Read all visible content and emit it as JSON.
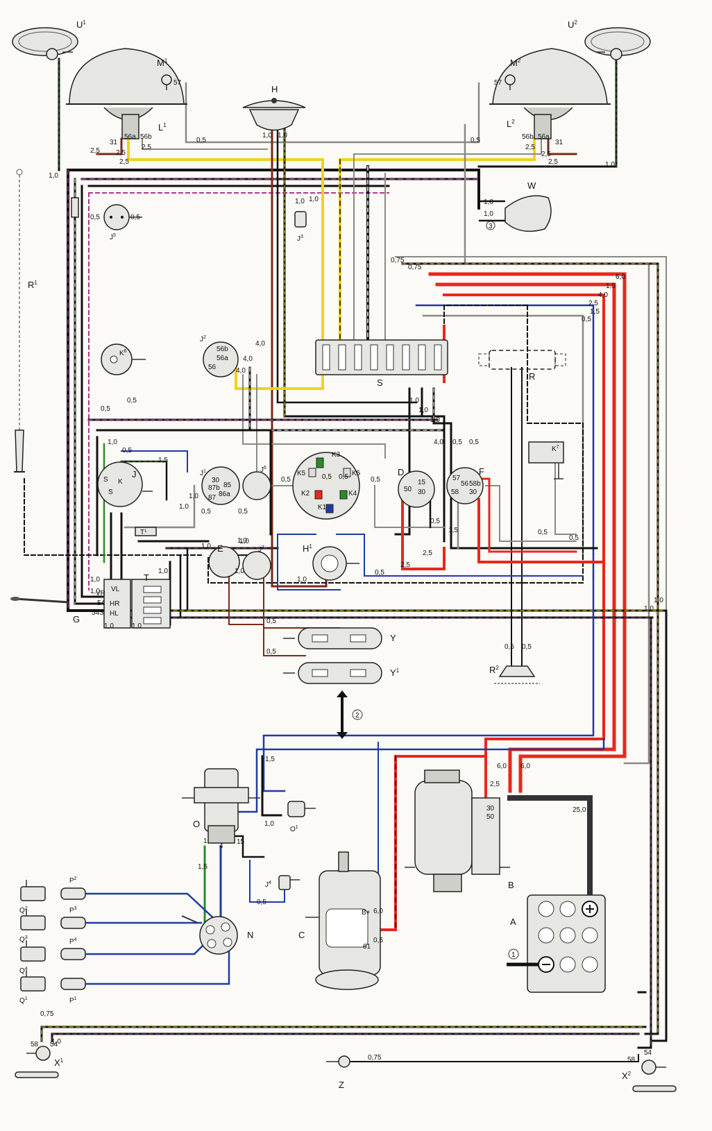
{
  "components": {
    "headlight_left": {
      "ref": "L",
      "sup": "1",
      "terminals": [
        "31",
        "56a",
        "56b"
      ],
      "bulb": "M",
      "bulb_sup": "1",
      "bulb_term": "57"
    },
    "headlight_right": {
      "ref": "L",
      "sup": "2",
      "terminals": [
        "56b",
        "56a",
        "31"
      ],
      "bulb": "M",
      "bulb_sup": "2",
      "bulb_term": "57"
    },
    "turn_left": {
      "ref": "U",
      "sup": "1"
    },
    "turn_right": {
      "ref": "U",
      "sup": "2"
    },
    "horn": {
      "ref": "H"
    },
    "wiper": {
      "ref": "W"
    },
    "antenna": {
      "ref": "R",
      "sup": "1"
    },
    "fuse_box": {
      "ref": "S"
    },
    "radio": {
      "ref": "R"
    },
    "speaker": {
      "ref": "R",
      "sup": "2"
    },
    "hv_sw_j2": {
      "ref": "J",
      "sup": "2",
      "terms": [
        "56b",
        "56a",
        "56"
      ]
    },
    "j3": {
      "ref": "J",
      "sup": "3"
    },
    "j5": {
      "ref": "J",
      "sup": "5"
    },
    "k6": {
      "ref": "K",
      "sup": "6"
    },
    "k7": {
      "ref": "K",
      "sup": "7"
    },
    "turn_switch_j": {
      "ref": "J",
      "terms": [
        "S",
        "K",
        "S"
      ]
    },
    "relay_j1": {
      "ref": "J",
      "sup": "1",
      "terms": [
        "30",
        "85",
        "87b",
        "86a",
        "87"
      ]
    },
    "j6": {
      "ref": "J",
      "sup": "6"
    },
    "t1": {
      "ref": "T",
      "sup": "1"
    },
    "e": {
      "ref": "E"
    },
    "j7": {
      "ref": "J",
      "sup": "7"
    },
    "t": {
      "ref": "T"
    },
    "g_switch": {
      "ref": "G",
      "terms": [
        "VR",
        "VL",
        "HR",
        "HL",
        "54",
        "54S"
      ]
    },
    "speedo": {
      "lamps": [
        "K3",
        "K5",
        "K5",
        "K2",
        "K4",
        "K1"
      ]
    },
    "d_switch": {
      "ref": "D",
      "terms": [
        "50",
        "15",
        "30"
      ]
    },
    "f_switch": {
      "ref": "F",
      "terms": [
        "57",
        "56",
        "58",
        "58b",
        "30"
      ]
    },
    "h1": {
      "ref": "H",
      "sup": "1"
    },
    "plate_y": {
      "ref": "Y"
    },
    "plate_y1": {
      "ref": "Y",
      "sup": "1"
    },
    "coil": {
      "ref": "O",
      "terms": [
        "1",
        "4",
        "15"
      ]
    },
    "o1": {
      "ref": "O",
      "sup": "1"
    },
    "j4": {
      "ref": "J",
      "sup": "4"
    },
    "distributor": {
      "ref": "N"
    },
    "generator": {
      "ref": "C",
      "terms": [
        "B+",
        "61"
      ]
    },
    "starter": {
      "ref": "B",
      "terms": [
        "30",
        "50"
      ]
    },
    "battery": {
      "ref": "A"
    },
    "tail_left": {
      "ref": "X",
      "sup": "1",
      "terms": [
        "58",
        "54"
      ]
    },
    "tail_right": {
      "ref": "X",
      "sup": "2",
      "terms": [
        "58",
        "54"
      ]
    },
    "plate_light": {
      "ref": "Z"
    },
    "plugs": [
      {
        "q": "Q",
        "q_sup": "2",
        "p": "P",
        "p_sup": "2"
      },
      {
        "q": "Q",
        "q_sup": "3",
        "p": "P",
        "p_sup": "3"
      },
      {
        "q": "Q",
        "q_sup": "4",
        "p": "P",
        "p_sup": "4"
      },
      {
        "q": "Q",
        "q_sup": "1",
        "p": "P",
        "p_sup": "1"
      }
    ],
    "ground_markers": [
      "1",
      "2",
      "3"
    ]
  },
  "wire_gauges": {
    "w_head_25a": "2,5",
    "w_head_25b": "2,5",
    "w_head_25c": "2,5",
    "w_head_25d": "2,5",
    "w_head_r25a": "2,5",
    "w_head_r25b": "2,5",
    "w_head_r25c": "2,5",
    "w05_l": "0,5",
    "w05_r": "0,5",
    "w10_lu": "1,0",
    "w10_ru": "1,0",
    "w_horn_a": "1,0",
    "w_horn_b": "1,0",
    "w_wip_a": "1,0",
    "w_wip_b": "1,0",
    "w_j3": "1,0",
    "w_j3b": "1,0",
    "w_j5a": "0,5",
    "w_j5b": "0,5",
    "w075a": "0,75",
    "w075b": "0,75",
    "w60a": "6,0",
    "w15a": "1,5",
    "w40a": "4,0",
    "w25a": "2,5",
    "w15b": "1,5",
    "w05a": "0,5",
    "w40b": "4,0",
    "w40c": "4,0",
    "w40d": "4,0",
    "w_k6a": "0,5",
    "w_k6b": "0,5",
    "w_s1": "1,0",
    "w_s2": "1,0",
    "w_s3": "1,0",
    "w_fa": "0,5",
    "w_fb": "0,5",
    "w_fc": "0,5",
    "w_j10": "1,0",
    "w_j05": "0,5",
    "w_j15": "1,5",
    "w_j10b": "1,0",
    "w_j10c": "1,0",
    "w_j1a": "0,5",
    "w_j1b": "0,5",
    "w_j1c": "1,0",
    "w_sp_a": "0,5",
    "w_sp_b": "0,5",
    "w_sp_c": "0,5",
    "w_sp_d": "0,5",
    "w_d1": "0,5",
    "w_d2": "1,5",
    "w_d3": "0,5",
    "w_d4": "2,5",
    "w_d5": "2,5",
    "w_d6": "0,5",
    "w_e1": "1,0",
    "w_e2": "1,0",
    "w_e3": "1,0",
    "w_e4": "1,0",
    "w_h1": "1,0",
    "w_h2": "0,5",
    "w_t1": "1,0",
    "w_t2": "1,0",
    "w_t3": "1,0",
    "w_t4": "1,0",
    "w_y1": "0,5",
    "w_y2": "0,5",
    "w_r2a": "0,5",
    "w_r2b": "0,5",
    "w_m1": "1,5",
    "w_m2": "6,0",
    "w_m3": "2,5",
    "w_m4": "6,0",
    "w_m5": "25,0",
    "w_c1": "1,0",
    "w_c2": "1,5",
    "w_c3": "0,5",
    "w_gen1": "6,0",
    "w_gen2": "0,5",
    "w_r10a": "1,0",
    "w_r10b": "1,0",
    "w_tl1": "0,75",
    "w_tl2": "1,0",
    "w_tl3": "0,75"
  },
  "colors": {
    "red": "#e8281c",
    "black": "#111111",
    "blue": "#1e3aa8",
    "green": "#2a8a2a",
    "yellow": "#f2d21a",
    "brown": "#7a2a1a",
    "grey": "#8a8a84",
    "violet": "#b0358e"
  }
}
